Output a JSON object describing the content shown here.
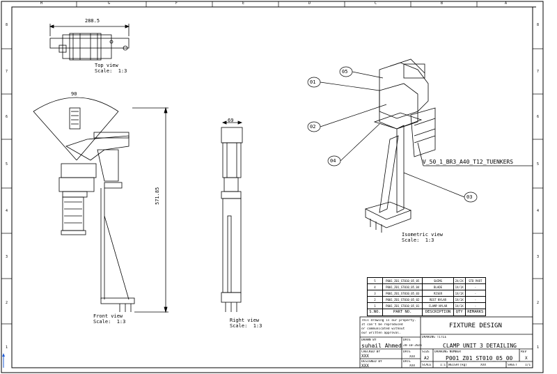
{
  "frame": {
    "top_letters": [
      "H",
      "G",
      "F",
      "E",
      "D",
      "C",
      "B",
      "A"
    ],
    "side_numbers": [
      "8",
      "7",
      "6",
      "5",
      "4",
      "3",
      "2",
      "1"
    ]
  },
  "views": {
    "top": {
      "label": "Top view\nScale:  1:3",
      "dim": "288.5"
    },
    "front": {
      "label": "Front view\nScale:  1:3",
      "dim_angle": "90",
      "dim_height": "571.85"
    },
    "right": {
      "label": "Right view\nScale:  1:3",
      "dim": "69"
    },
    "iso": {
      "label": "Isometric view\nScale:  1:3"
    }
  },
  "balloons": [
    "01",
    "02",
    "03",
    "04",
    "05"
  ],
  "callout": "V_50_1_BR3_A40_T12_TUENKERS",
  "bom": {
    "headers": [
      "S.NO.",
      "PART NO.",
      "DESCRIPTION",
      "QTY",
      "REMARKS"
    ],
    "rows": [
      [
        "5",
        "P001_Z01_ST010_05_05",
        "SHIMS",
        "2X/2X",
        "STD PART"
      ],
      [
        "4",
        "P001_Z01_ST010_05_04",
        "BLADE",
        "1X/1X",
        "-"
      ],
      [
        "3",
        "P001_Z01_ST010_05_03",
        "RISER",
        "1X/1X",
        "-"
      ],
      [
        "2",
        "P001_Z01_ST010_05_02",
        "REST NYLAR",
        "1X/1X",
        "-"
      ],
      [
        "1",
        "P001_Z01_ST010_05_01",
        "CLAMP NYLAR",
        "1X/1X",
        "-"
      ]
    ]
  },
  "title_block": {
    "notice": [
      "This drawing is our property.",
      "It can't be reproduced",
      "or communicated without",
      "our written approval."
    ],
    "company": "FIXTURE DESIGN",
    "drawing_title_label": "DRAWING TITLE",
    "drawing_title": "CLAMP UNIT 3 DETAILING",
    "drawn_by_label": "DRAWN BY",
    "drawn_by": "suhail Ahmed",
    "date_label": "DATE",
    "drawn_date": "28-10-2021",
    "checked_by_label": "CHECKED BY",
    "checked_by": "XXX",
    "checked_date": "XXX",
    "designed_by_label": "DESIGNED BY",
    "designed_by": "XXX",
    "designed_date": "XXX",
    "size_label": "SIZE",
    "size": "A2",
    "drawing_number_label": "DRAWING NUMBER",
    "drawing_number": "P001_Z01_ST010_05_00",
    "rev_label": "REV",
    "rev": "X",
    "scale_label": "SCALE",
    "scale": "1:1",
    "weight_label": "WEIGHT(kg)",
    "weight": "XXX",
    "sheet_label": "SHEET",
    "sheet": "1/1"
  }
}
